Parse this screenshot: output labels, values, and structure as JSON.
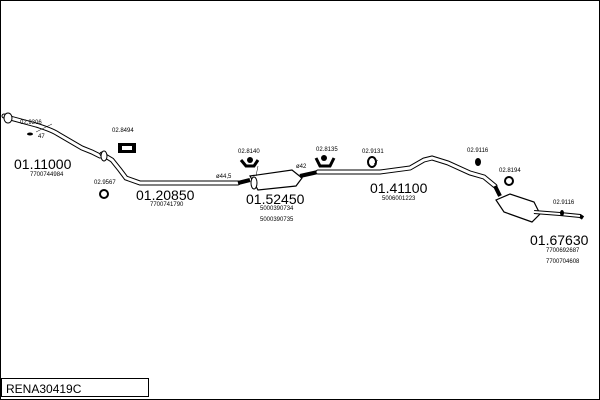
{
  "document": {
    "code": "RENA30419C"
  },
  "parts": {
    "p1_number": "01.11000",
    "p1_oem": "7700744984",
    "p2_number": "01.20850",
    "p2_oem": "7700741790",
    "p3_number": "01.52450",
    "p3_oem_a": "5000390734",
    "p3_oem_b": "5000390735",
    "p4_number": "01.41100",
    "p4_oem": "5006001223",
    "p5_number": "01.67630",
    "p5_oem_a": "7700692687",
    "p5_oem_b": "7700704608"
  },
  "accessories": {
    "a1": "02.9306",
    "a2": "02.8494",
    "a3": "02.9567",
    "a4": "02.8140",
    "a5": "02.8135",
    "a6": "02.9131",
    "a7": "02.9116",
    "a8": "02.8194",
    "a9": "02.9116"
  },
  "dimensions": {
    "d1": "ø44,5",
    "d2": "ø42",
    "d3": "47"
  }
}
